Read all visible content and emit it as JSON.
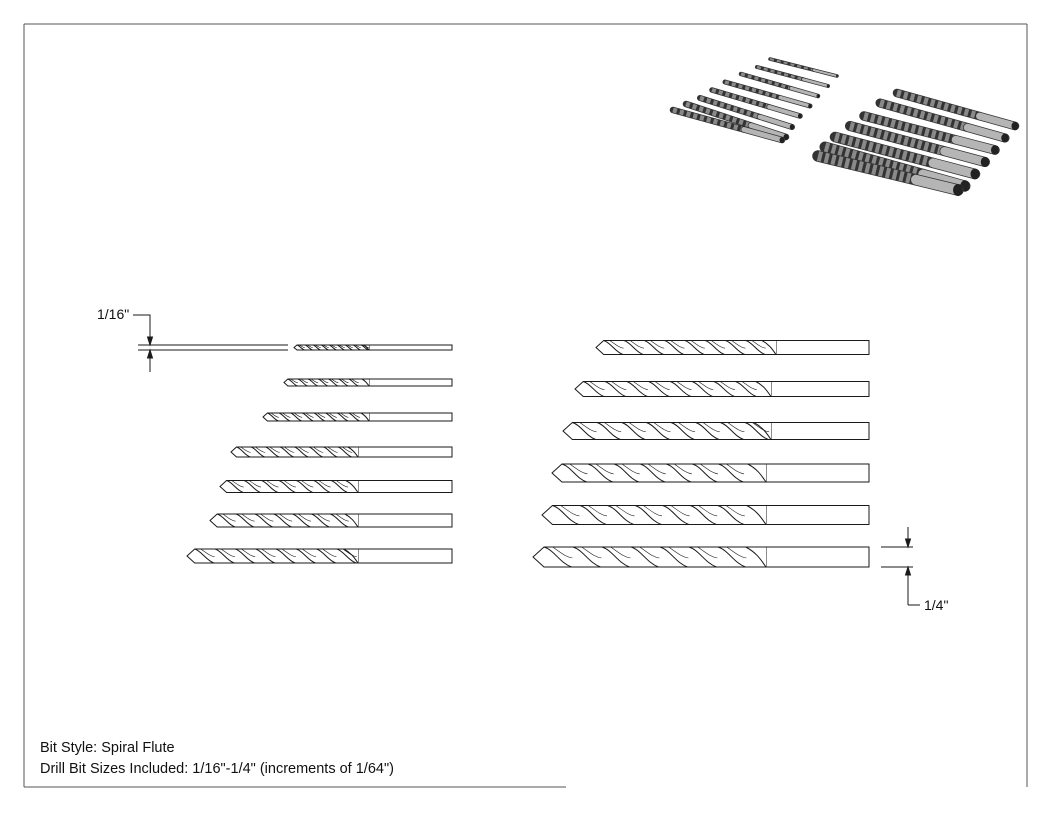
{
  "dimensions": {
    "small": "1/16\"",
    "large": "1/4\""
  },
  "notes": {
    "style": "Bit Style: Spiral Flute",
    "sizes": "Drill Bit Sizes Included: 1/16\"-1/4\" (increments of 1/64\")"
  },
  "colors": {
    "line": "#1a1a1a",
    "border": "#555555",
    "iso_body": "#8a8a8a",
    "iso_shank": "#b5b5b5",
    "iso_dark": "#333333"
  }
}
